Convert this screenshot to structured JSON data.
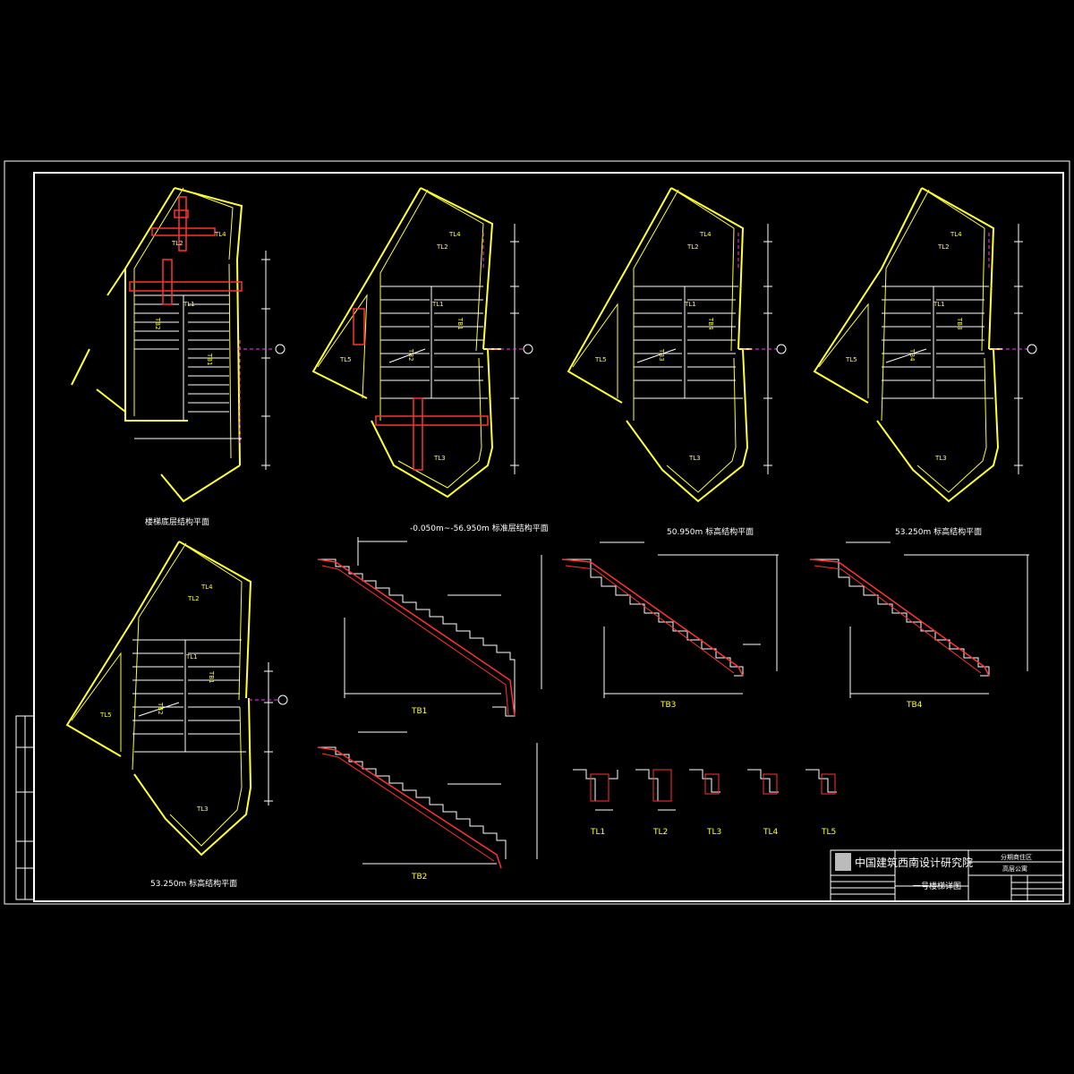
{
  "colors": {
    "background": "#000000",
    "frame": "#ffffff",
    "wall": "#ffff33",
    "steps": "#ffffff",
    "dimension": "#ffffff",
    "rebar": "#ff3333",
    "axis": "#ff33ff",
    "member_label": "#ffff33"
  },
  "plans": [
    {
      "id": "plan-1",
      "title": "楼梯底层结构平面",
      "labels": [
        "TL1",
        "TB1",
        "TB2",
        "TL2",
        "TL4"
      ]
    },
    {
      "id": "plan-2",
      "title": "-0.050m~-56.950m 标准层结构平面",
      "labels": [
        "TL1",
        "TB1",
        "TB2",
        "TL2",
        "TL4",
        "TL5",
        "TL3"
      ]
    },
    {
      "id": "plan-3",
      "title": "50.950m 标高结构平面",
      "labels": [
        "TL1",
        "TB4",
        "TB3",
        "TL2",
        "TL4",
        "TL5",
        "TL3"
      ]
    },
    {
      "id": "plan-4",
      "title": "53.250m 标高结构平面",
      "labels": [
        "TL1",
        "TB3",
        "TB4",
        "TL2",
        "TL4",
        "TL5",
        "TL3"
      ]
    },
    {
      "id": "plan-5",
      "title": "53.250m 标高结构平面",
      "labels": [
        "TL1",
        "TB1",
        "TB2",
        "TL2",
        "TL4",
        "TL5",
        "TL3"
      ]
    }
  ],
  "sections": [
    {
      "id": "TB1",
      "label": "TB1"
    },
    {
      "id": "TB2",
      "label": "TB2"
    },
    {
      "id": "TB3",
      "label": "TB3"
    },
    {
      "id": "TB4",
      "label": "TB4"
    }
  ],
  "beams": [
    "TL1",
    "TL2",
    "TL3",
    "TL4",
    "TL5"
  ],
  "title_block": {
    "institute": "中国建筑西南设计研究院",
    "project": "分期商住区",
    "sub_project": "高层公寓",
    "drawing_title": "一号楼梯详图"
  }
}
